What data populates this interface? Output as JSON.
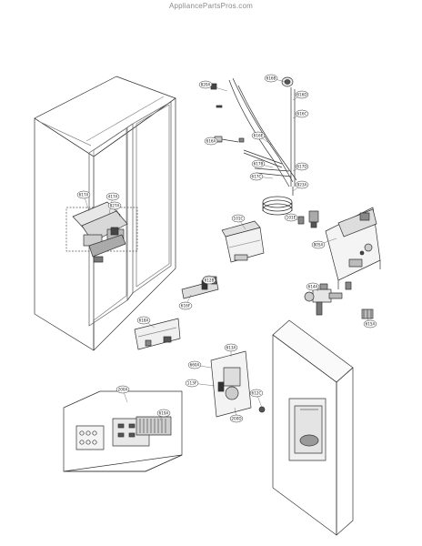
{
  "watermark": "AppliancePartsPros.com",
  "callouts": [
    {
      "id": "c-820a",
      "text": "820A"
    },
    {
      "id": "c-616b",
      "text": "616B"
    },
    {
      "id": "c-417a",
      "text": "417A"
    },
    {
      "id": "c-616d",
      "text": "616D"
    },
    {
      "id": "c-616c",
      "text": "616C"
    },
    {
      "id": "c-616e",
      "text": "616E"
    },
    {
      "id": "c-617a",
      "text": "617A"
    },
    {
      "id": "c-616a",
      "text": "616A"
    },
    {
      "id": "c-617b",
      "text": "617B"
    },
    {
      "id": "c-617c",
      "text": "617C"
    },
    {
      "id": "c-617d",
      "text": "617D"
    },
    {
      "id": "c-823a",
      "text": "823A"
    },
    {
      "id": "c-827a",
      "text": "827A"
    },
    {
      "id": "c-101c",
      "text": "101C"
    },
    {
      "id": "c-101e",
      "text": "101E"
    },
    {
      "id": "c-805a",
      "text": "805A"
    },
    {
      "id": "c-616f",
      "text": "616F"
    },
    {
      "id": "c-612a",
      "text": "612A"
    },
    {
      "id": "c-612b",
      "text": "612B"
    },
    {
      "id": "c-614a",
      "text": "614A"
    },
    {
      "id": "c-615a",
      "text": "615A"
    },
    {
      "id": "c-612c",
      "text": "612C"
    },
    {
      "id": "c-660a",
      "text": "660A"
    },
    {
      "id": "c-113f",
      "text": "113F"
    },
    {
      "id": "c-200d",
      "text": "200D"
    },
    {
      "id": "c-613a",
      "text": "613A"
    },
    {
      "id": "c-618a",
      "text": "618A"
    },
    {
      "id": "c-200a",
      "text": "200A"
    },
    {
      "id": "c-619a",
      "text": "619A"
    }
  ]
}
